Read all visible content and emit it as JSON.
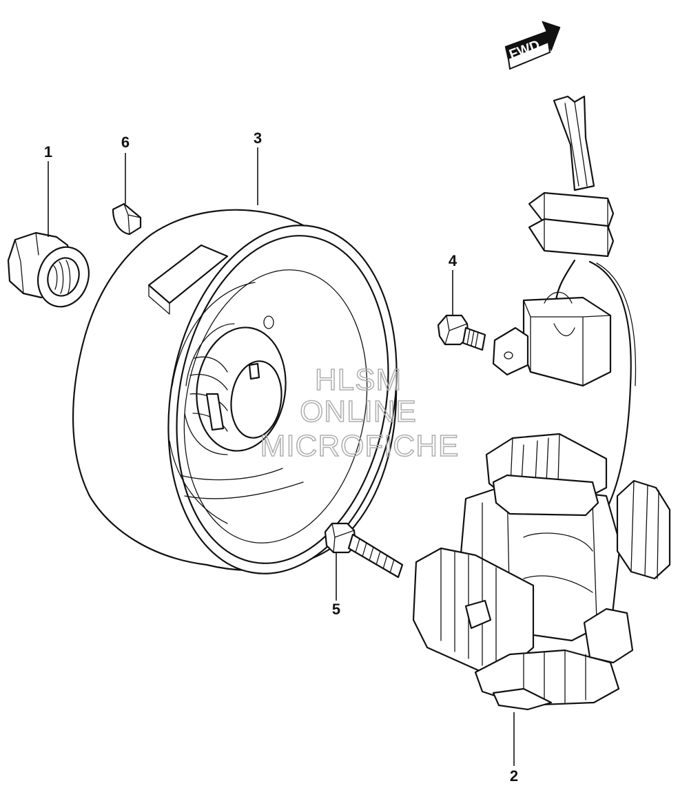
{
  "diagram": {
    "direction_badge": "FWD",
    "callouts": [
      {
        "id": "1",
        "label": "1",
        "part": "nut-icon"
      },
      {
        "id": "2",
        "label": "2",
        "part": "stator-coil-icon"
      },
      {
        "id": "3",
        "label": "3",
        "part": "flywheel-rotor-icon"
      },
      {
        "id": "4",
        "label": "4",
        "part": "small-bolt-icon"
      },
      {
        "id": "5",
        "label": "5",
        "part": "long-bolt-icon"
      },
      {
        "id": "6",
        "label": "6",
        "part": "woodruff-key-icon"
      }
    ],
    "watermark": {
      "line1": "HLSM",
      "line2": "ONLINE",
      "line3": "MICROFICHE"
    }
  }
}
